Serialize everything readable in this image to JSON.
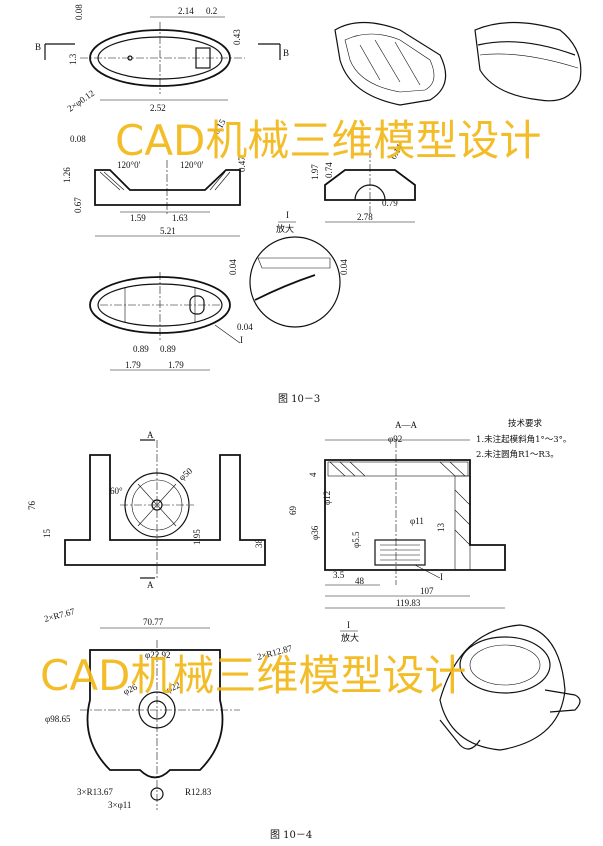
{
  "fig10_3": {
    "caption": "图  10－3",
    "section_label_b": "B",
    "dims": {
      "d214": "2.14",
      "d02": "0.2",
      "d008": "0.08",
      "d043": "0.43",
      "d13": "1.3",
      "d2phi": "2×φ0.12",
      "d252": "2.52",
      "d008b": "0.08",
      "d15": "0.15",
      "ang1": "120°0'",
      "ang2": "120°0'",
      "d126": "1.26",
      "d067": "0.67",
      "d159": "1.59",
      "d163": "1.63",
      "d521": "5.21",
      "d197": "1.97",
      "d074": "0.74",
      "d014": "0.14",
      "d079": "0.79",
      "d278": "2.78",
      "d047": "0.47",
      "d004a": "0.04",
      "d004b": "0.04",
      "d004c": "0.04",
      "d089a": "0.89",
      "d089b": "0.89",
      "d179a": "1.79",
      "d179b": "1.79"
    },
    "detail_label": "I",
    "detail_scale": "放大",
    "leader_label": "I"
  },
  "fig10_4": {
    "caption": "图  10－4",
    "section_a": "A",
    "section_title": "A—A",
    "tech_req": {
      "title": "技术要求",
      "lines": [
        "1.未注起模斜角1°～3°。",
        "2.未注圆角R1～R3。"
      ]
    },
    "dims": {
      "d76": "76",
      "d15": "15",
      "d60deg": "60°",
      "phi50": "φ50",
      "d195": "1.95",
      "d38": "38",
      "phi92": "φ92",
      "d4": "4",
      "d69": "69",
      "phi36": "φ36",
      "phi12": "φ12",
      "phi11": "φ11",
      "phi55": "φ5.5",
      "d13": "13",
      "d35": "3.5",
      "d48": "48",
      "d107": "107",
      "d11983": "119.83",
      "d7077": "70.77",
      "r767": "2×R7.67",
      "phi2292": "φ22.92",
      "r1287": "2×R12.87",
      "phi26": "φ26",
      "phi22": "φ22",
      "phi9865": "φ98.65",
      "r1367": "3×R13.67",
      "phi11b": "3×φ11",
      "r1283": "R12.83"
    },
    "detail_label": "I",
    "detail_scale": "放大",
    "leader_label": "I"
  },
  "watermark": {
    "text": "CAD机械三维模型设计",
    "color": "#f2b818"
  }
}
